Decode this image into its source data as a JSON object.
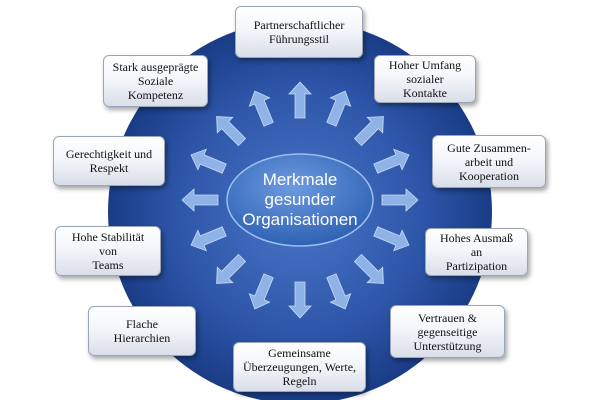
{
  "center": {
    "label": "Merkmale\ngesunder\nOrganisationen"
  },
  "characteristics": [
    {
      "id": "partnerschaftlich",
      "label": "Partnerschaftlicher\nFührungsstil"
    },
    {
      "id": "umfang-kontakte",
      "label": "Hoher Umfang\nsozialer\nKontakte"
    },
    {
      "id": "zusammenarbeit",
      "label": "Gute Zusammen-\narbeit und\nKooperation"
    },
    {
      "id": "partizipation",
      "label": "Hohes Ausmaß\nan\nPartizipation"
    },
    {
      "id": "vertrauen",
      "label": "Vertrauen &\ngegenseitige\nUnterstützung"
    },
    {
      "id": "ueberzeugungen",
      "label": "Gemeinsame\nÜberzeugungen, Werte,\nRegeln"
    },
    {
      "id": "hierarchien",
      "label": "Flache\nHierarchien"
    },
    {
      "id": "stabilitaet",
      "label": "Hohe Stabilität\nvon\nTeams"
    },
    {
      "id": "gerechtigkeit",
      "label": "Gerechtigkeit und\nRespekt"
    },
    {
      "id": "soziale-kompetenz",
      "label": "Stark ausgeprägte\nSoziale\nKompetenz"
    }
  ],
  "colors": {
    "circle_outer": "#1a3c86",
    "circle_inner": "#3f69bd",
    "center_ellipse": "#3c74c6",
    "arrow": "#8fb3e6",
    "text": "#111111"
  }
}
